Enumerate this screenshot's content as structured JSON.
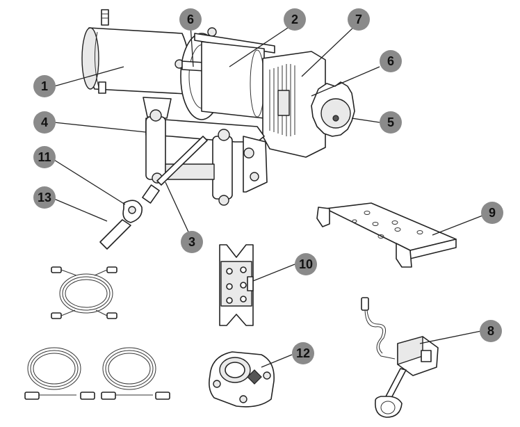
{
  "diagram": {
    "callouts": [
      {
        "id": "c1",
        "label": "1"
      },
      {
        "id": "c2",
        "label": "2"
      },
      {
        "id": "c3",
        "label": "3"
      },
      {
        "id": "c4",
        "label": "4"
      },
      {
        "id": "c5",
        "label": "5"
      },
      {
        "id": "c6a",
        "label": "6"
      },
      {
        "id": "c6b",
        "label": "6"
      },
      {
        "id": "c7",
        "label": "7"
      },
      {
        "id": "c8",
        "label": "8"
      },
      {
        "id": "c9",
        "label": "9"
      },
      {
        "id": "c10",
        "label": "10"
      },
      {
        "id": "c11",
        "label": "11"
      },
      {
        "id": "c12",
        "label": "12"
      },
      {
        "id": "c13",
        "label": "13"
      }
    ]
  }
}
